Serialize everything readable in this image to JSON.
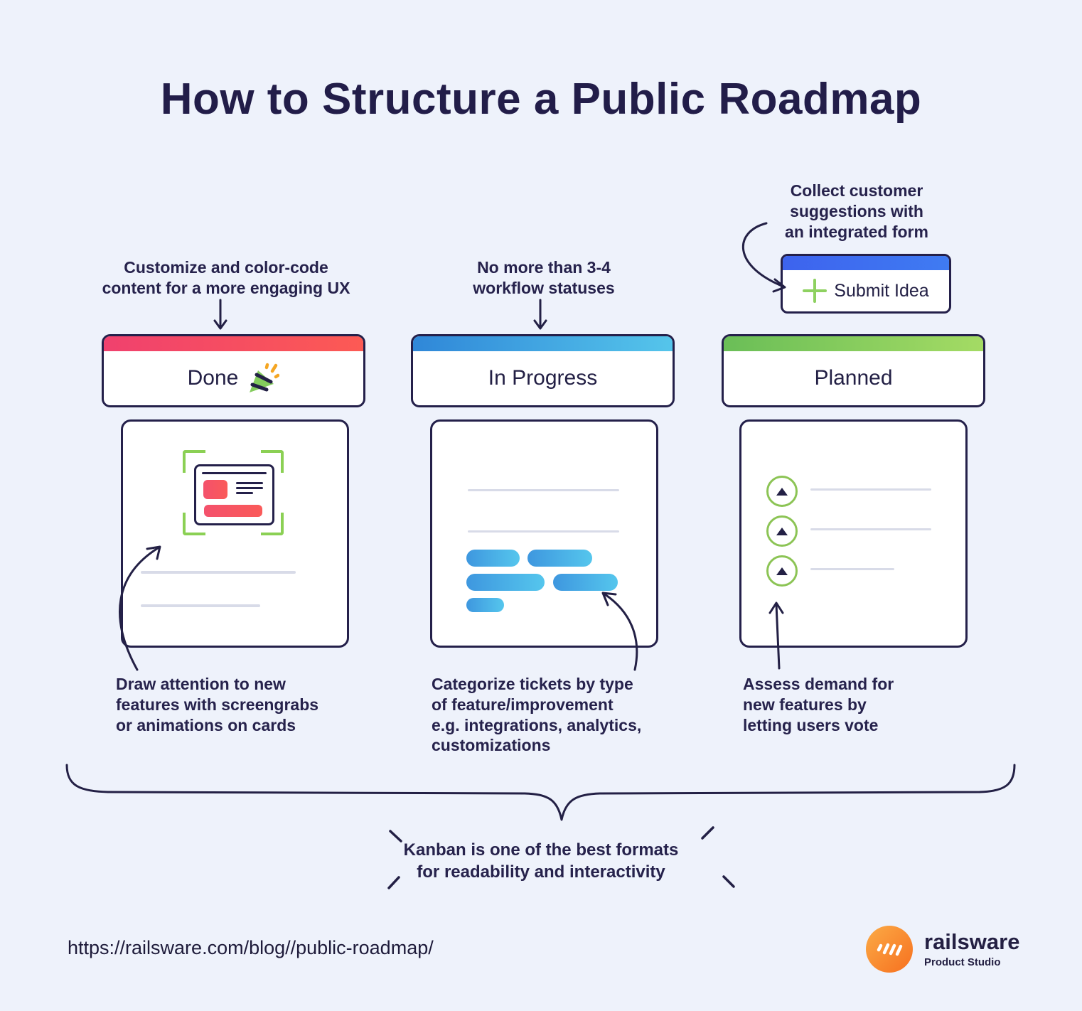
{
  "page": {
    "title": "How to Structure a Public Roadmap",
    "background_color": "#EEF2FB",
    "text_color": "#232045"
  },
  "annotations": {
    "customize": "Customize and color-code\ncontent for a more engaging UX",
    "statuses": "No more than 3-4\nworkflow statuses",
    "collect": "Collect customer\nsuggestions with\nan integrated form",
    "draw_attention": "Draw attention to new\nfeatures with screengrabs\nor animations on cards",
    "categorize": "Categorize tickets by type\nof feature/improvement\ne.g. integrations, analytics,\ncustomizations",
    "assess": "Assess demand for\nnew features by\nletting users vote",
    "kanban": "Kanban is one of the best formats\nfor readability and interactivity"
  },
  "board": {
    "columns": [
      {
        "label": "Done",
        "emoji_icon": "party-popper",
        "bar_gradient": [
          "#F0416E",
          "#FC5A54"
        ]
      },
      {
        "label": "In Progress",
        "bar_gradient": [
          "#2F87D8",
          "#55C5EB"
        ]
      },
      {
        "label": "Planned",
        "bar_gradient": [
          "#6ABE57",
          "#A4DB64"
        ]
      }
    ],
    "submit_button": {
      "label": "Submit Idea",
      "bar_color": "#3D6FF0",
      "plus_icon_color": "#8ED160"
    },
    "accent_colors": {
      "card_outline": "#24204A",
      "pill_gradient": [
        "#3E97DF",
        "#55C6ED"
      ],
      "vote_circle": "#8CC455",
      "bracket_green": "#8BD054",
      "placeholder_gray": "#D8DBE8"
    }
  },
  "footer": {
    "url": "https://railsware.com/blog//public-roadmap/",
    "brand": "railsware",
    "tagline": "Product Studio",
    "logo_color": "#F7831F"
  }
}
